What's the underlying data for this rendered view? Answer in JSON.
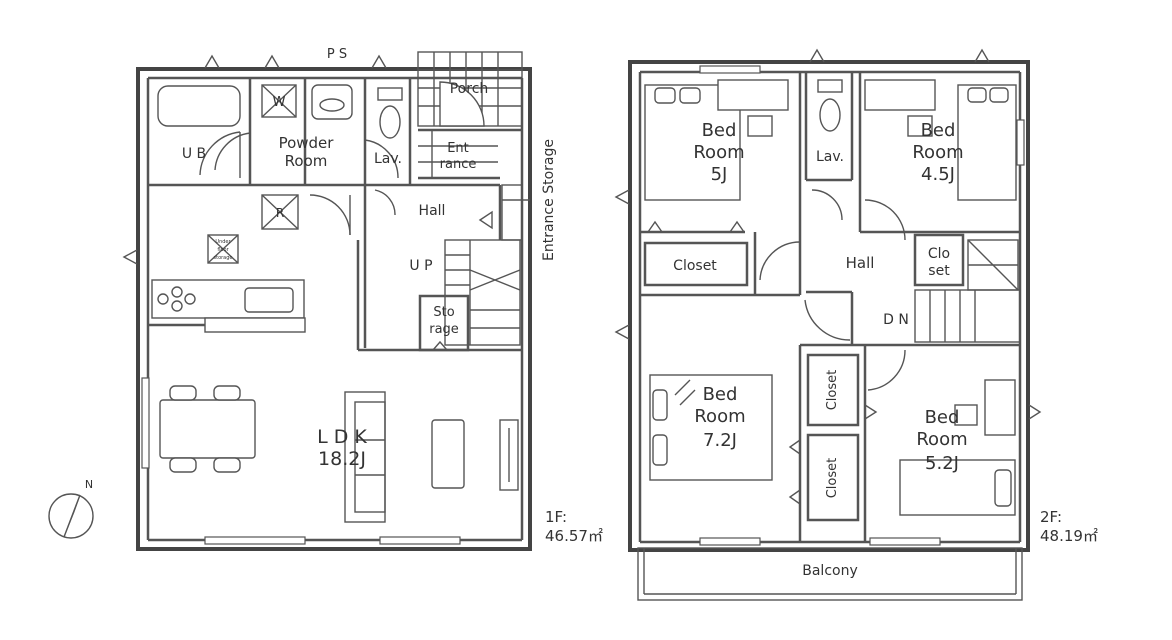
{
  "floors": {
    "first": {
      "area_label": "1F:",
      "area_value": "46.57㎡",
      "rooms": {
        "ub": "U B",
        "ps": "P S",
        "powder_line1": "Powder",
        "powder_line2": "Room",
        "w": "W",
        "lav": "Lav.",
        "porch": "Porch",
        "entrance_line1": "Ent",
        "entrance_line2": "rance",
        "entrance_storage": "Entrance Storage",
        "hall": "Hall",
        "up": "U P",
        "storage_line1": "Sto",
        "storage_line2": "rage",
        "r": "R",
        "under_floor_line1": "Under",
        "under_floor_line2": "floor",
        "under_floor_line3": "storage",
        "ldk_line1": "L D K",
        "ldk_line2": "18.2J"
      },
      "compass_letter": "N"
    },
    "second": {
      "area_label": "2F:",
      "area_value": "48.19㎡",
      "rooms": {
        "bed5_line1": "Bed",
        "bed5_line2": "Room",
        "bed5_line3": "5J",
        "bed45_line1": "Bed",
        "bed45_line2": "Room",
        "bed45_line3": "4.5J",
        "lav": "Lav.",
        "closet_left": "Closet",
        "closet_mid_line1": "Clo",
        "closet_mid_line2": "set",
        "hall": "Hall",
        "dn": "D N",
        "bed72_line1": "Bed",
        "bed72_line2": "Room",
        "bed72_line3": "7.2J",
        "closet_upper": "Closet",
        "closet_lower": "Closet",
        "bed52_line1": "Bed",
        "bed52_line2": "Room",
        "bed52_line3": "5.2J",
        "balcony": "Balcony"
      }
    }
  }
}
